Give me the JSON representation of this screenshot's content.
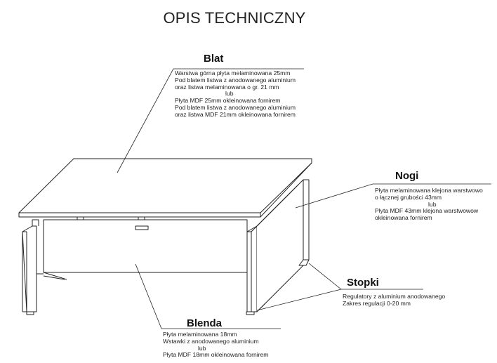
{
  "title": "OPIS TECHNICZNY",
  "sections": {
    "blat": {
      "heading": "Blat",
      "lines": [
        "Warstwa górna płyta melaminowana 25mm",
        "Pod blatem listwa z anodowanego aluminium",
        "oraz listwa melaminowana o gr. 21 mm",
        "lub",
        "Płyta MDF 25mm okleinowana fornirem",
        "Pod blatem listwa z anodowanego aluminium",
        "oraz listwa MDF 21mm okleinowana fornirem"
      ]
    },
    "nogi": {
      "heading": "Nogi",
      "lines": [
        "Płyta melaminowana klejona warstwowo",
        "o łącznej grubości 43mm",
        "lub",
        "Płyta MDF 43mm klejona warstwowow",
        "okleinowana fornirem"
      ]
    },
    "stopki": {
      "heading": "Stopki",
      "lines": [
        "Regulatory z aluminium anodowanego",
        "Zakres regulacji 0-20 mm"
      ]
    },
    "blenda": {
      "heading": "Blenda",
      "lines": [
        "Płyta melaminowana 18mm",
        "Wstawki z  anodowanego aluminium",
        "lub",
        "Płyta MDF 18mm okleinowana fornirem"
      ]
    }
  }
}
